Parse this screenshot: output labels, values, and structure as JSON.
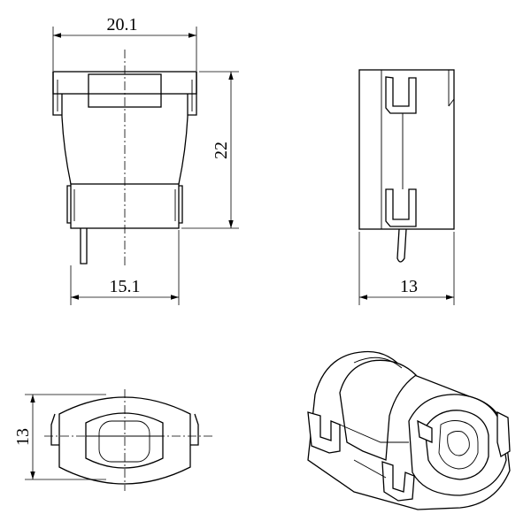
{
  "dimensions": {
    "top_width": "20.1",
    "height": "22",
    "bottom_width": "15.1",
    "side_width": "13",
    "bottom_view_height": "13"
  },
  "colors": {
    "line": "#000000",
    "background": "#ffffff"
  }
}
